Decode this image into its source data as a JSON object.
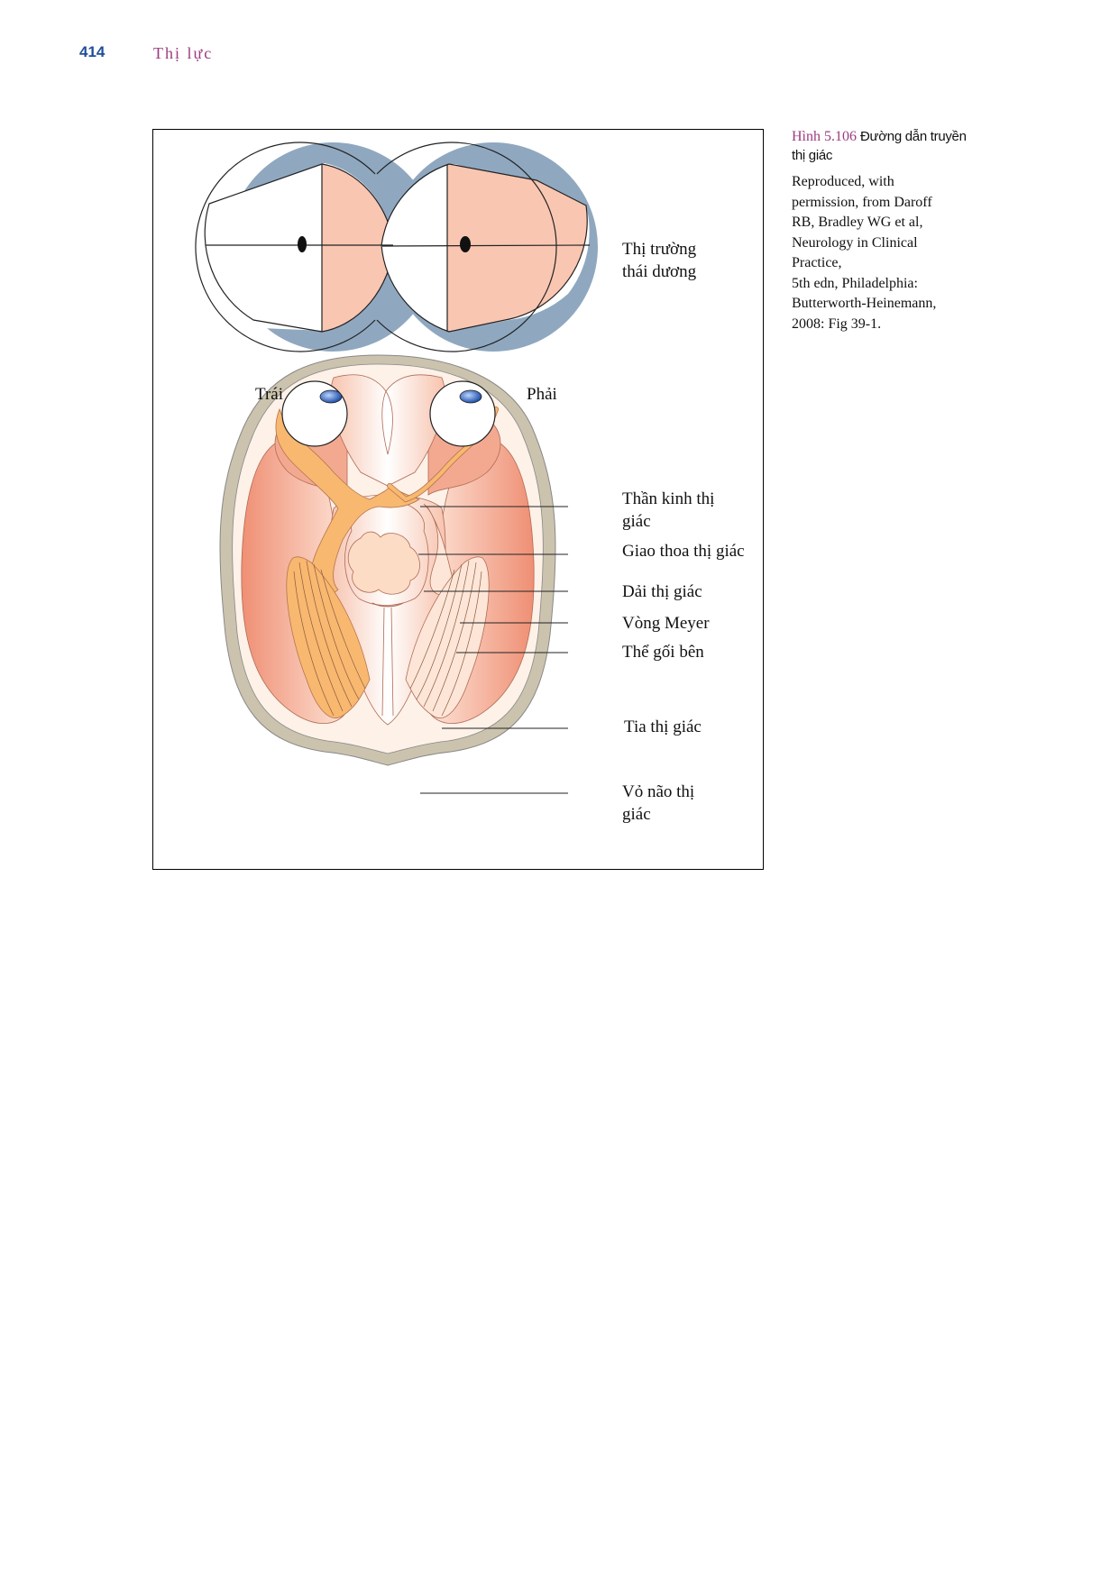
{
  "header": {
    "page_number": "414",
    "running_title": "Thị lực"
  },
  "figure": {
    "field_labels": {
      "left": "Trái",
      "right": "Phải",
      "temporal_field_line1": "Thị trường",
      "temporal_field_line2": "thái dương"
    },
    "labels": [
      {
        "line1": "Thần kinh thị",
        "line2": "giác"
      },
      {
        "line1": "Giao thoa thị giác"
      },
      {
        "line1": "Dải thị giác"
      },
      {
        "line1": "Vòng Meyer"
      },
      {
        "line1": "Thể gối bên"
      },
      {
        "line1": "Tia thị giác"
      },
      {
        "line1": "Vỏ não thị",
        "line2": "giác"
      }
    ],
    "colors": {
      "field_blue": "#8fa8c0",
      "field_pink": "#f9c6b2",
      "brain_salmon": "#f19e86",
      "pathway_orange": "#f8b870",
      "skull": "#cbc3ad"
    }
  },
  "caption": {
    "figure_number": "Hình 5.106",
    "title": "Đường dẫn truyền thị giác",
    "credit": [
      "Reproduced, with",
      "permission, from Daroff",
      "RB, Bradley WG et al,",
      "Neurology in Clinical",
      "Practice,",
      "5th edn, Philadelphia:",
      "Butterworth-Heinemann,",
      "2008: Fig 39-1."
    ]
  }
}
